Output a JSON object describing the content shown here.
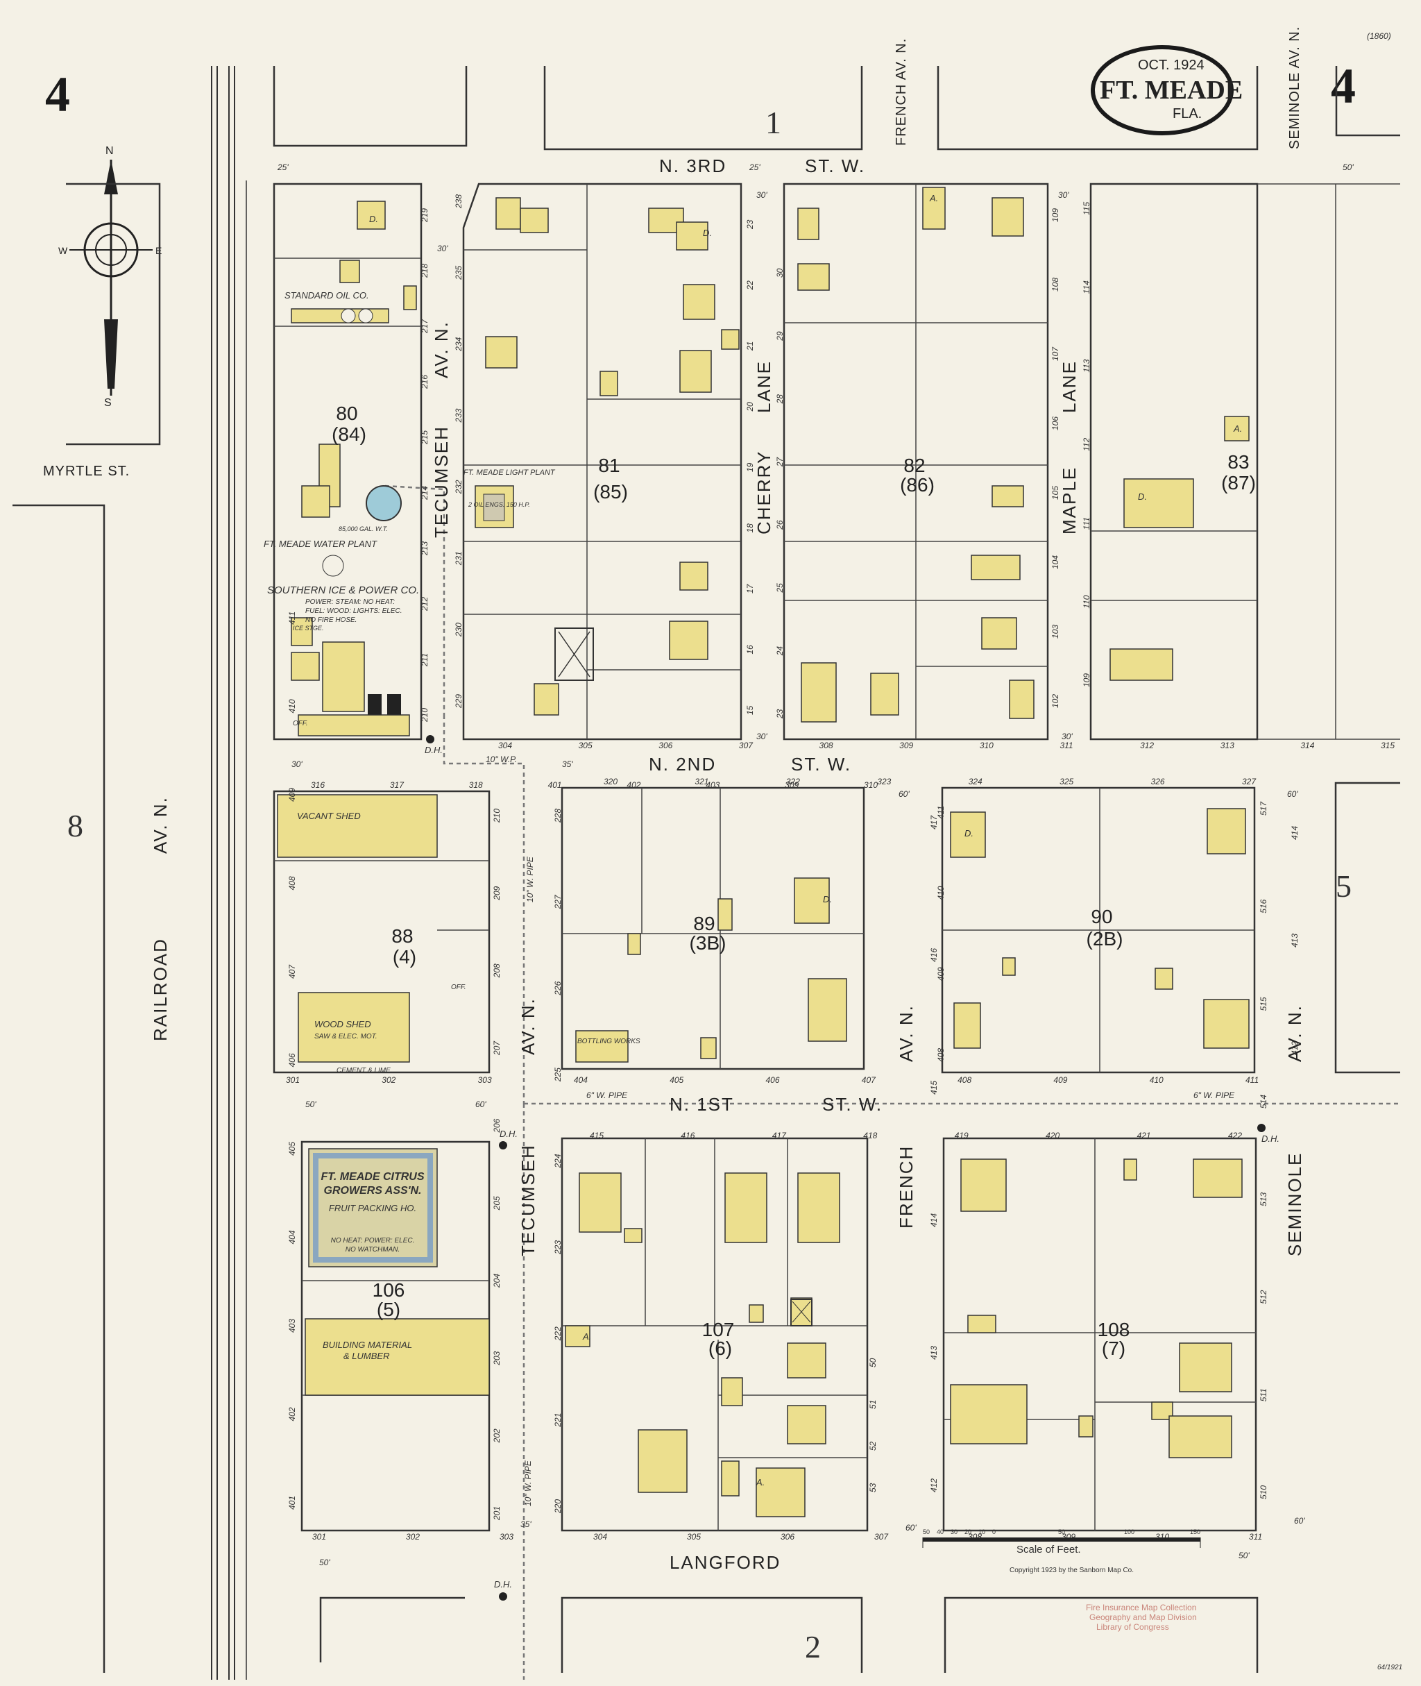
{
  "sheet": {
    "number": "4",
    "code": "(1860)",
    "cartouche_date": "OCT. 1924",
    "cartouche_city": "FT. MEADE",
    "cartouche_state": "FLA.",
    "copyright": "Copyright 1923 by the Sanborn Map Co.",
    "stamp_line1": "Fire Insurance Map Collection",
    "stamp_line2": "Geography and Map Division",
    "stamp_line3": "Library of Congress",
    "corner_mark": "64/1921",
    "scale_title": "Scale of Feet.",
    "scale_ticks": [
      "50",
      "40",
      "30",
      "20",
      "10",
      "0",
      "50",
      "100",
      "150"
    ]
  },
  "adjacent_sheets": [
    "1",
    "8",
    "5",
    "2"
  ],
  "compass": {
    "n": "N",
    "s": "S",
    "e": "E",
    "w": "W"
  },
  "streets": {
    "n3rd_a": "N. 3RD",
    "n3rd_b": "ST. W.",
    "n2nd_a": "N. 2ND",
    "n2nd_b": "ST. W.",
    "n1st_a": "N. 1ST",
    "n1st_b": "ST. W.",
    "langford": "LANGFORD",
    "railroad": "RAILROAD",
    "av_n_rr": "AV. N.",
    "tecumseh": "TECUMSEH",
    "av_n_tec": "AV. N.",
    "tecumseh2": "TECUMSEH",
    "av_n_tec2": "AV. N.",
    "cherry": "CHERRY",
    "cherry_lane": "LANE",
    "maple": "MAPLE",
    "maple_lane": "LANE",
    "french": "FRENCH",
    "av_n_fr": "AV. N.",
    "seminole": "SEMINOLE",
    "av_n_sem": "AV. N.",
    "myrtle": "MYRTLE ST.",
    "french_top": "FRENCH AV. N.",
    "seminole_top": "SEMINOLE AV. N."
  },
  "blocks": [
    {
      "number": "80",
      "old": "(84)"
    },
    {
      "number": "81",
      "old": "(85)"
    },
    {
      "number": "82",
      "old": "(86)"
    },
    {
      "number": "83",
      "old": "(87)"
    },
    {
      "number": "88",
      "old": "(4)"
    },
    {
      "number": "89",
      "old": "(3B)"
    },
    {
      "number": "90",
      "old": "(2B)"
    },
    {
      "number": "106",
      "old": "(5)"
    },
    {
      "number": "107",
      "old": "(6)"
    },
    {
      "number": "108",
      "old": "(7)"
    }
  ],
  "businesses": {
    "standard_oil": "STANDARD OIL CO.",
    "light_plant": "FT. MEADE LIGHT PLANT",
    "water_plant": "FT. MEADE WATER PLANT",
    "ice_power": "SOUTHERN ICE & POWER CO.",
    "ice_power_note1": "POWER: STEAM: NO HEAT:",
    "ice_power_note2": "FUEL: WOOD: LIGHTS: ELEC.",
    "ice_power_note3": "NO FIRE HOSE.",
    "tank_note": "85,000 GAL. W.T.",
    "vacant_shed": "VACANT  SHED",
    "wood_shed": "WOOD  SHED",
    "wood_shed_note": "SAW & ELEC. MOT.",
    "cement": "CEMENT & LIME",
    "citrus1": "FT. MEADE CITRUS",
    "citrus2": "GROWERS ASS'N.",
    "citrus3": "FRUIT PACKING HO.",
    "citrus4": "NO HEAT: POWER: ELEC.",
    "citrus5": "NO WATCHMAN.",
    "building1": "BUILDING MATERIAL",
    "building2": "& LUMBER",
    "bottling": "BOTTLING WORKS",
    "engines": "2 OIL ENGS. 150 H.P.",
    "off": "OFF.",
    "ice_strge": "ICE STGE."
  },
  "pipes": {
    "p1": "10\" W.P.",
    "p2": "10\" W. PIPE",
    "p3": "6\" W. PIPE",
    "p4": "6\" W. PIPE",
    "p5": "10\" W. PIPE"
  },
  "dh": "D.H.",
  "widths": {
    "w30": "30'",
    "w50": "50'",
    "w60": "60'",
    "w25": "25'",
    "w35": "35'"
  },
  "house_letters": {
    "d": "D.",
    "a": "A."
  },
  "addresses": {
    "row1": [
      "304",
      "305",
      "306",
      "307",
      "308",
      "309",
      "310",
      "311",
      "312",
      "313",
      "314",
      "315"
    ],
    "row2": [
      "320",
      "321",
      "322",
      "323",
      "324",
      "325",
      "326",
      "327"
    ],
    "row3": [
      "301",
      "302",
      "303",
      "404",
      "405",
      "406",
      "407",
      "408",
      "409",
      "410",
      "411"
    ],
    "row4": [
      "316",
      "317",
      "318",
      "401",
      "402",
      "403",
      "309",
      "310"
    ],
    "row5": [
      "415",
      "416",
      "417",
      "418",
      "419",
      "420",
      "421",
      "422"
    ],
    "row6": [
      "301",
      "302",
      "303",
      "304",
      "305",
      "306",
      "307",
      "308",
      "309",
      "310",
      "311"
    ],
    "tecumseh_top": [
      "219",
      "218",
      "217",
      "216",
      "215",
      "214",
      "213",
      "212",
      "211",
      "210"
    ],
    "tecumseh_col2": [
      "238",
      "235",
      "234",
      "233",
      "232",
      "231",
      "230",
      "229"
    ],
    "tecumseh_mid": [
      "210",
      "209",
      "208",
      "207",
      "206",
      "205",
      "204",
      "203",
      "202",
      "201"
    ],
    "tec_col3": [
      "228",
      "227",
      "226",
      "225",
      "224",
      "223",
      "222",
      "221",
      "220"
    ],
    "cherry_w": [
      "23",
      "22",
      "21",
      "20",
      "19",
      "18",
      "17",
      "16",
      "15"
    ],
    "cherry_e": [
      "30",
      "29",
      "28",
      "27",
      "26",
      "25",
      "24",
      "23"
    ],
    "maple_w": [
      "109",
      "108",
      "107",
      "106",
      "105",
      "104",
      "103",
      "102"
    ],
    "maple_e": [
      "115",
      "114",
      "113",
      "112",
      "111",
      "110",
      "109"
    ],
    "french_w": [
      "417",
      "416",
      "415",
      "414",
      "413",
      "412"
    ],
    "french_e": [
      "414",
      "413",
      "412"
    ],
    "sem_w": [
      "517",
      "516",
      "515",
      "514",
      "513",
      "512",
      "511",
      "510"
    ],
    "sem_e": [
      "411",
      "410",
      "409",
      "408"
    ],
    "lot_50s": [
      "50",
      "51",
      "52",
      "53"
    ],
    "rr_w": [
      "411",
      "410",
      "409",
      "408",
      "407",
      "406",
      "405",
      "404",
      "403",
      "402",
      "401"
    ]
  },
  "colors": {
    "paper": "#f4f1e6",
    "frame_dwelling": "#ecdf8e",
    "outline": "#333333",
    "water_tank": "#9ecbd8",
    "pipe": "#777777",
    "stamp": "#c9857a"
  }
}
